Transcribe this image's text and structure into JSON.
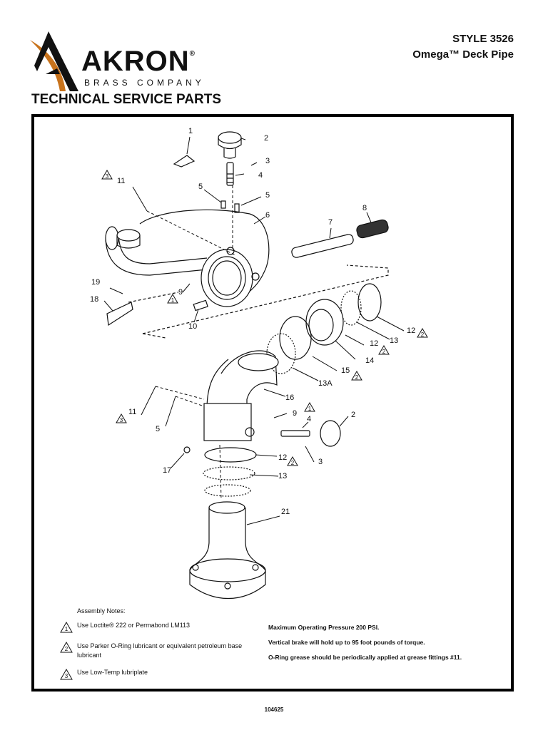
{
  "header": {
    "brand": "AKRON",
    "brand_sub": "BRASS COMPANY",
    "section": "TECHNICAL SERVICE PARTS",
    "style_line": "STYLE  3526",
    "product_line": "Omega™ Deck Pipe"
  },
  "callouts": [
    {
      "label": "1"
    },
    {
      "label": "2"
    },
    {
      "label": "3"
    },
    {
      "label": "4"
    },
    {
      "label": "5"
    },
    {
      "label": "5"
    },
    {
      "label": "6"
    },
    {
      "label": "7"
    },
    {
      "label": "8"
    },
    {
      "label": "11"
    },
    {
      "label": "19"
    },
    {
      "label": "18"
    },
    {
      "label": "9"
    },
    {
      "label": "10"
    },
    {
      "label": "12"
    },
    {
      "label": "13"
    },
    {
      "label": "12"
    },
    {
      "label": "14"
    },
    {
      "label": "15"
    },
    {
      "label": "13A"
    },
    {
      "label": "16"
    },
    {
      "label": "11"
    },
    {
      "label": "5"
    },
    {
      "label": "9"
    },
    {
      "label": "4"
    },
    {
      "label": "2"
    },
    {
      "label": "17"
    },
    {
      "label": "12"
    },
    {
      "label": "3"
    },
    {
      "label": "13"
    },
    {
      "label": "21"
    }
  ],
  "markers": [
    {
      "label": "3"
    },
    {
      "label": "1"
    },
    {
      "label": "2"
    },
    {
      "label": "2"
    },
    {
      "label": "2"
    },
    {
      "label": "3"
    },
    {
      "label": "1"
    },
    {
      "label": "2"
    }
  ],
  "notes": {
    "title": "Assembly Notes:",
    "items": [
      {
        "num": "1",
        "text": "Use Loctite® 222 or Permabond LM113"
      },
      {
        "num": "2",
        "text": "Use Parker O-Ring lubricant or equivalent petroleum base lubricant"
      },
      {
        "num": "3",
        "text": "Use Low-Temp lubriplate"
      }
    ]
  },
  "specs": [
    "Maximum Operating Pressure 200 PSI.",
    "Vertical brake will hold up to 95 foot pounds of torque.",
    "O-Ring grease should be periodically applied at grease fittings #11."
  ],
  "footer": {
    "doc_number": "104625"
  },
  "colors": {
    "accent": "#c8731c",
    "ink": "#111111"
  }
}
